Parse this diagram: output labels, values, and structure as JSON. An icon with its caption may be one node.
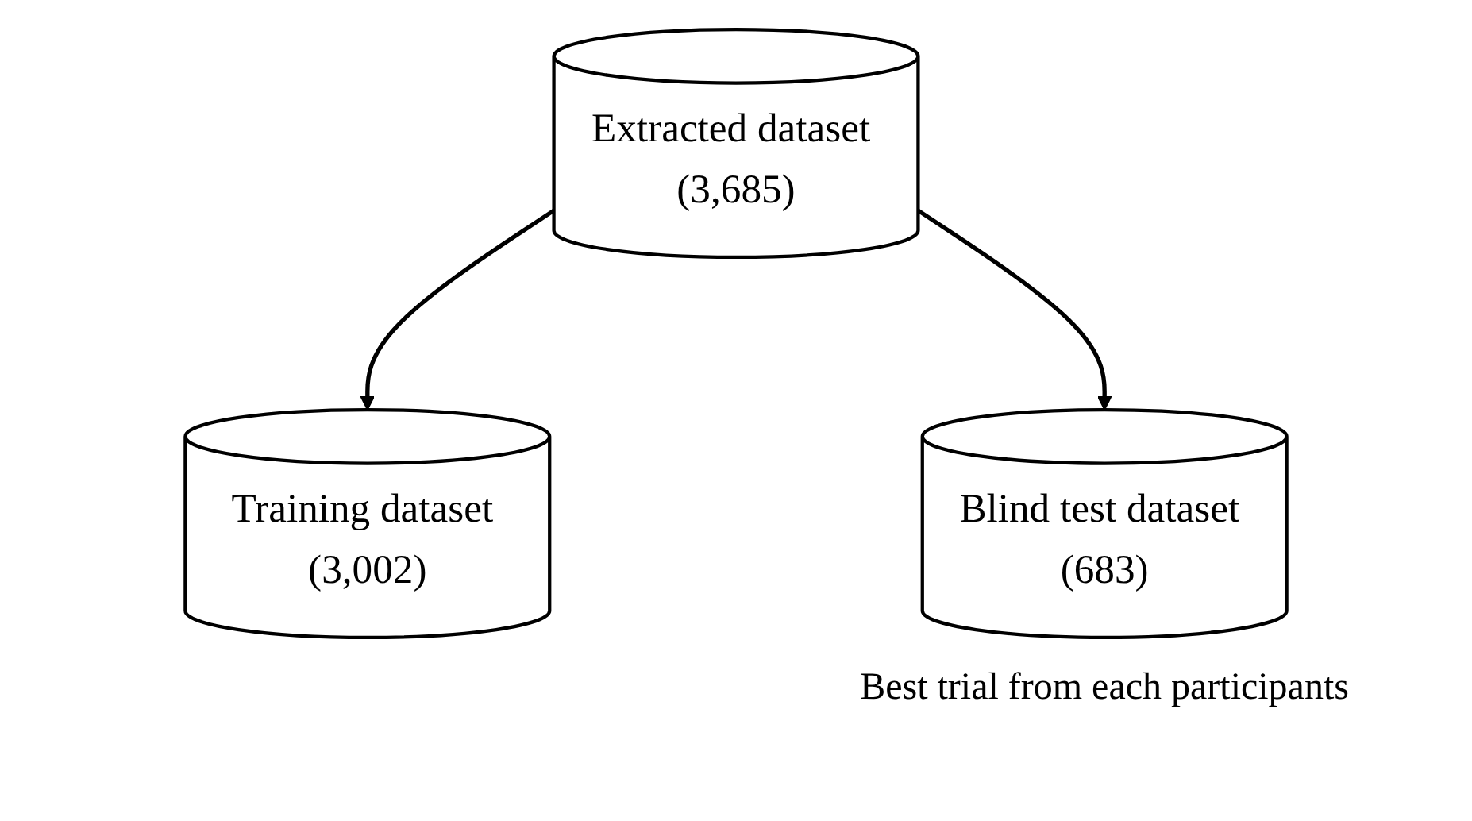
{
  "diagram": {
    "nodes": [
      {
        "text": [
          "Extracted dataset (3,685)"
        ]
      },
      {
        "text": [
          "Training dataset (3,002)"
        ]
      },
      {
        "text": [
          "Blind test dataset (683)"
        ],
        "beside": [
          "Best trial from each participants"
        ]
      }
    ],
    "edges": [
      {
        "from": 0,
        "to": 1,
        "arrow": "to"
      },
      {
        "from": 0,
        "to": 2,
        "arrow": "to"
      }
    ]
  }
}
